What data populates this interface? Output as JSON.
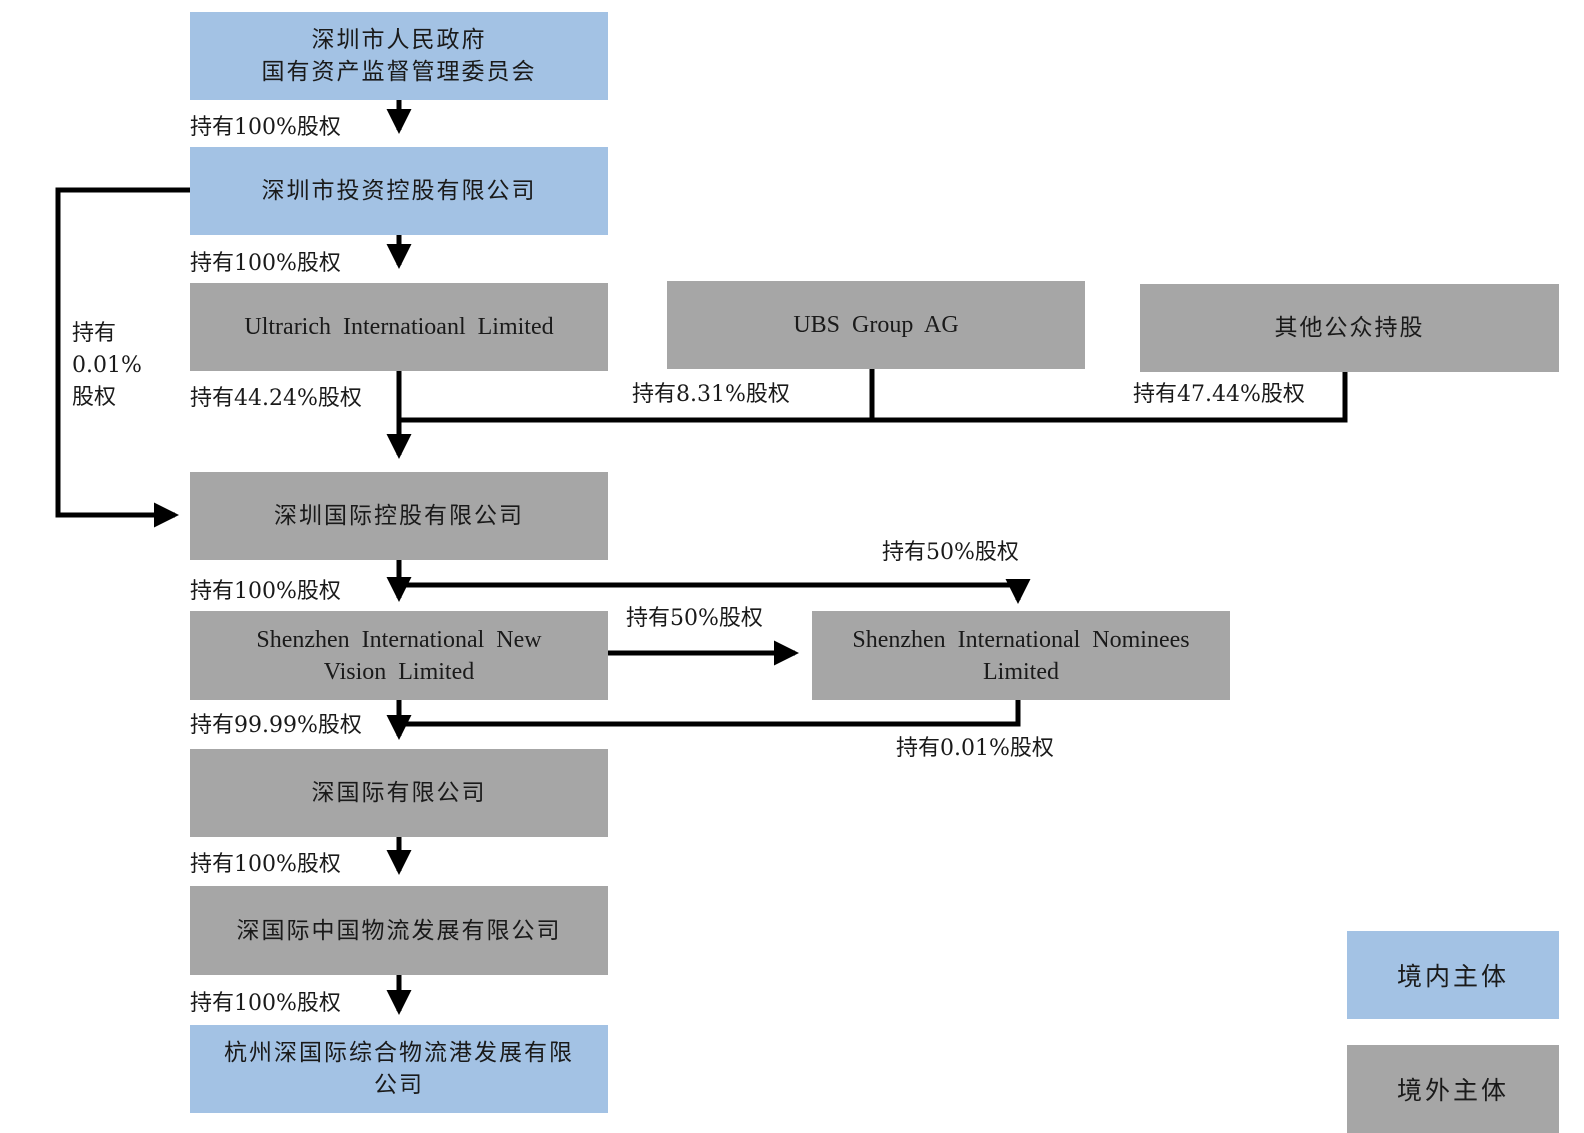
{
  "entities": {
    "sasac": "深圳市人民政府\n国有资产监督管理委员会",
    "sz_invest": "深圳市投资控股有限公司",
    "ultrarich": "Ultrarich Internatioanl Limited",
    "ubs": "UBS Group AG",
    "public": "其他公众持股",
    "sz_intl_holdings": "深圳国际控股有限公司",
    "new_vision": "Shenzhen International New\nVision Limited",
    "nominees": "Shenzhen International Nominees\nLimited",
    "sz_intl_ltd": "深国际有限公司",
    "logistics": "深国际中国物流发展有限公司",
    "hangzhou": "杭州深国际综合物流港发展有限\n公司"
  },
  "edges": {
    "sasac_to_invest": "持有100%股权",
    "invest_to_ultrarich": "持有100%股权",
    "invest_to_holdings": "持有\n0.01%\n股权",
    "ultrarich_to_holdings": "持有44.24%股权",
    "ubs_to_holdings": "持有8.31%股权",
    "public_to_holdings": "持有47.44%股权",
    "holdings_to_nominees": "持有50%股权",
    "holdings_to_newvision": "持有100%股权",
    "newvision_to_nominees": "持有50%股权",
    "newvision_to_szintl": "持有99.99%股权",
    "nominees_to_szintl": "持有0.01%股权",
    "szintl_to_logistics": "持有100%股权",
    "logistics_to_hangzhou": "持有100%股权"
  },
  "legend": {
    "domestic": "境内主体",
    "foreign": "境外主体"
  },
  "colors": {
    "domestic": "#a3c2e4",
    "foreign": "#a6a6a6",
    "line": "#000000"
  }
}
